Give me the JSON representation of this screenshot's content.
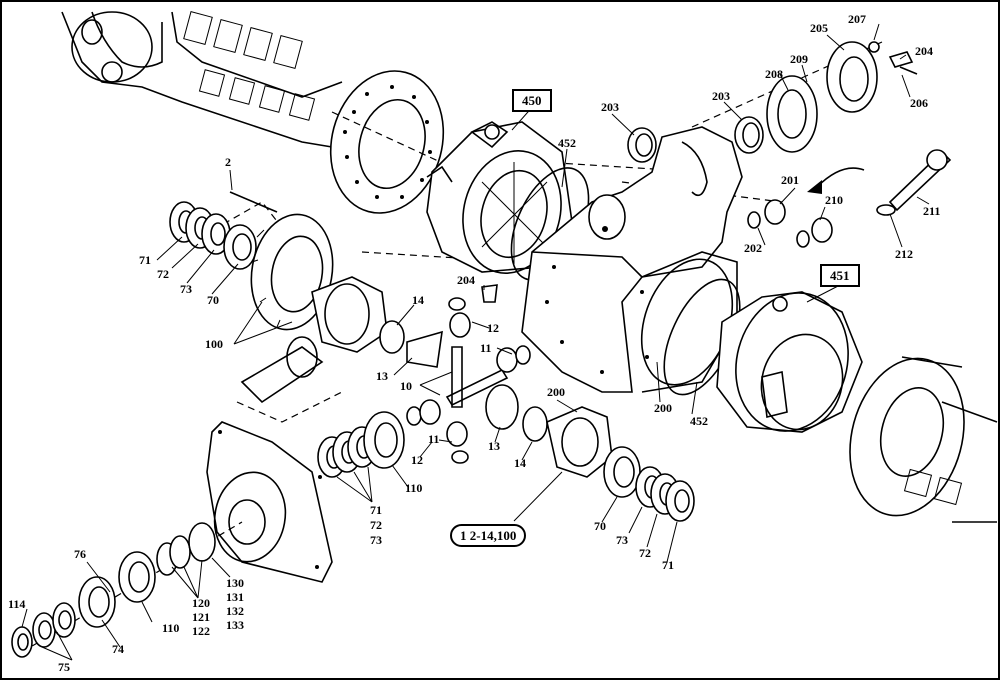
{
  "callouts": {
    "c2": "2",
    "c71a": "71",
    "c72a": "72",
    "c73a": "73",
    "c70a": "70",
    "c100": "100",
    "c450": "450",
    "c452a": "452",
    "c203a": "203",
    "c203b": "203",
    "c205": "205",
    "c207": "207",
    "c204a": "204",
    "c206": "206",
    "c208": "208",
    "c209": "209",
    "c201": "201",
    "c210": "210",
    "c202": "202",
    "c211": "211",
    "c212": "212",
    "c451": "451",
    "c204b": "204",
    "c12a": "12",
    "c14a": "14",
    "c11a": "11",
    "c13a": "13",
    "c10": "10",
    "c200a": "200",
    "c200b": "200",
    "c452b": "452",
    "c12b": "12",
    "c11b": "11",
    "c13b": "13",
    "c14b": "14",
    "c110a": "110",
    "c71b": "71",
    "c72b": "72",
    "c73b": "73",
    "c70b": "70",
    "c73c": "73",
    "c72c": "72",
    "c71c": "71",
    "assembly": "1  2-14,100",
    "c76": "76",
    "c114": "114",
    "c75": "75",
    "c74": "74",
    "c110b": "110",
    "c120": "120",
    "c121": "121",
    "c122": "122",
    "c130": "130",
    "c131": "131",
    "c132": "132",
    "c133": "133"
  }
}
